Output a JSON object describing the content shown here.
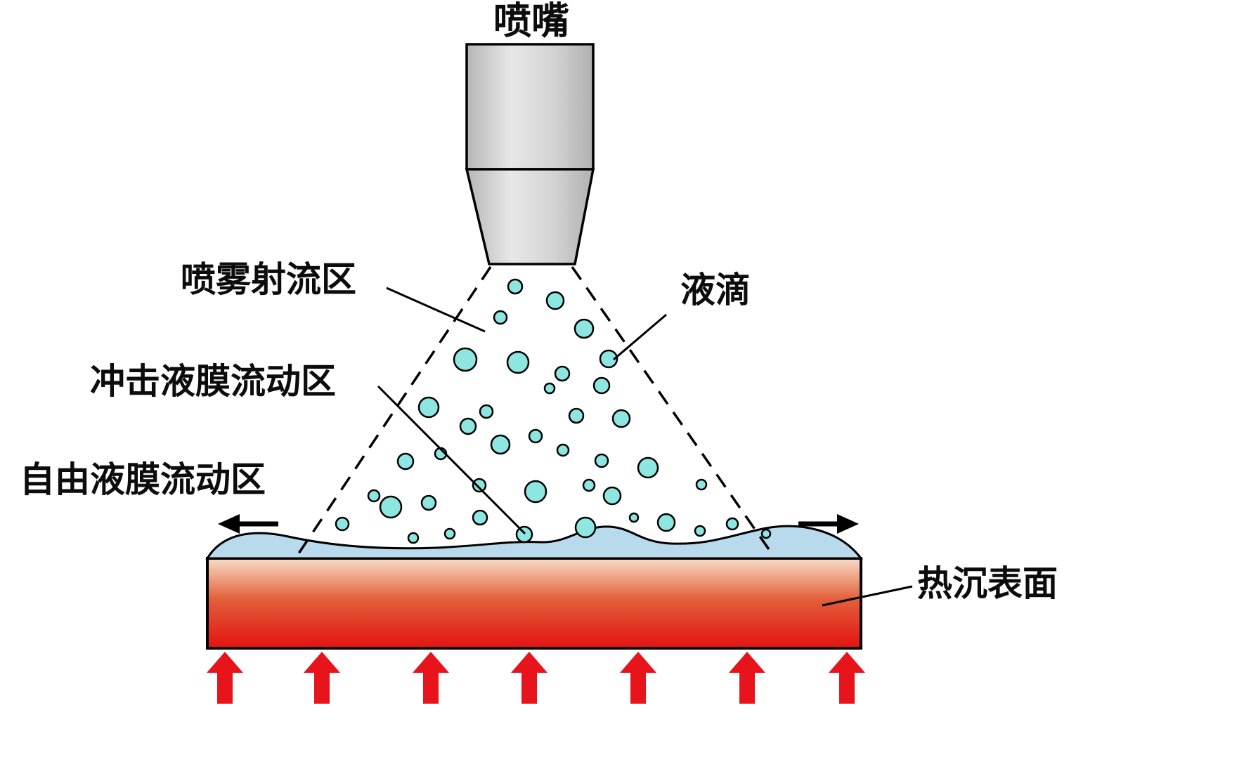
{
  "labels": {
    "nozzle": "喷嘴",
    "spray_jet_zone": "喷雾射流区",
    "droplet": "液滴",
    "impinging_film_zone": "冲击液膜流动区",
    "free_film_zone": "自由液膜流动区",
    "heat_sink_surface": "热沉表面"
  },
  "colors": {
    "droplet_fill": "#8ee6e0",
    "film_fill": "#b9d9ec",
    "heat_arrow": "#e8141c",
    "heatsink_top": "#f8dcc8",
    "heatsink_mid": "#e2603a",
    "heatsink_bottom": "#e31312",
    "outline": "#000000"
  },
  "droplets": [
    [
      733,
      408,
      10
    ],
    [
      790,
      428,
      12
    ],
    [
      712,
      452,
      9
    ],
    [
      831,
      468,
      13
    ],
    [
      662,
      512,
      16
    ],
    [
      737,
      516,
      15
    ],
    [
      800,
      532,
      10
    ],
    [
      866,
      511,
      12
    ],
    [
      782,
      553,
      7
    ],
    [
      856,
      549,
      11
    ],
    [
      610,
      580,
      14
    ],
    [
      692,
      586,
      9
    ],
    [
      666,
      607,
      11
    ],
    [
      884,
      596,
      12
    ],
    [
      820,
      592,
      10
    ],
    [
      762,
      621,
      9
    ],
    [
      712,
      633,
      13
    ],
    [
      801,
      641,
      8
    ],
    [
      627,
      646,
      8
    ],
    [
      577,
      657,
      11
    ],
    [
      922,
      666,
      14
    ],
    [
      856,
      656,
      9
    ],
    [
      998,
      690,
      7
    ],
    [
      762,
      700,
      15
    ],
    [
      682,
      691,
      9
    ],
    [
      532,
      706,
      8
    ],
    [
      610,
      716,
      10
    ],
    [
      871,
      706,
      12
    ],
    [
      838,
      691,
      8
    ],
    [
      556,
      722,
      15
    ],
    [
      487,
      746,
      9
    ],
    [
      683,
      737,
      10
    ],
    [
      948,
      744,
      12
    ],
    [
      833,
      751,
      14
    ],
    [
      746,
      761,
      11
    ],
    [
      588,
      766,
      7
    ],
    [
      996,
      756,
      7
    ],
    [
      1042,
      746,
      8
    ],
    [
      902,
      737,
      6
    ],
    [
      1090,
      760,
      6
    ],
    [
      640,
      760,
      7
    ]
  ],
  "heat_arrows_x": [
    320,
    458,
    613,
    753,
    908,
    1063,
    1205
  ]
}
